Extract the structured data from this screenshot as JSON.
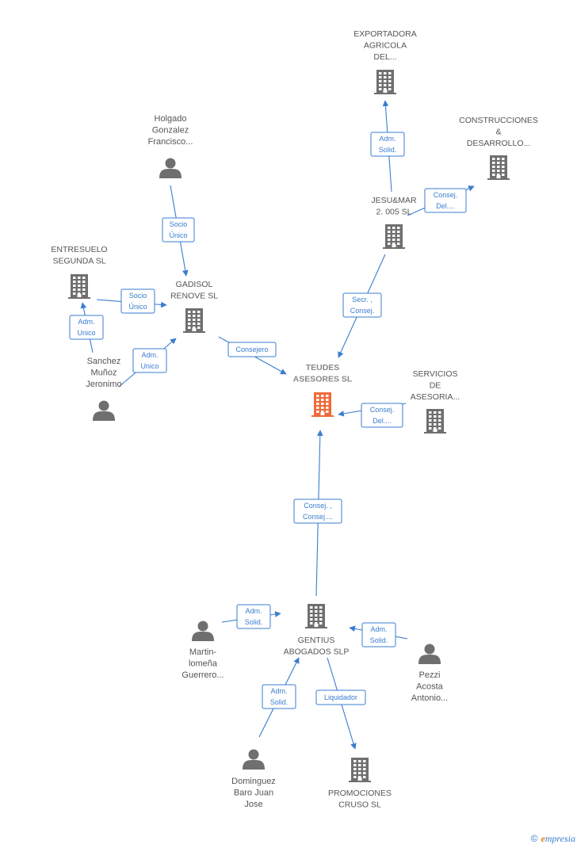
{
  "colors": {
    "edge": "#3a7dd0",
    "company": "#6f6f6f",
    "highlight": "#ee6a3a",
    "person": "#6f6f6f"
  },
  "nodes": [
    {
      "id": "exportadora",
      "kind": "company",
      "label": [
        "EXPORTADORA",
        "AGRICOLA",
        "DEL..."
      ]
    },
    {
      "id": "construcciones",
      "kind": "company",
      "label": [
        "CONSTRUCCIONES",
        "&",
        "DESARROLLO..."
      ]
    },
    {
      "id": "holgado",
      "kind": "person",
      "label": [
        "Holgado",
        "Gonzalez",
        "Francisco..."
      ]
    },
    {
      "id": "jesumar",
      "kind": "company",
      "label": [
        "JESU&MAR",
        "2. 005 SL"
      ]
    },
    {
      "id": "entresuelo",
      "kind": "company",
      "label": [
        "ENTRESUELO",
        "SEGUNDA SL"
      ]
    },
    {
      "id": "gadisol",
      "kind": "company",
      "label": [
        "GADISOL",
        "RENOVE SL"
      ]
    },
    {
      "id": "sanchez",
      "kind": "person",
      "label": [
        "Sanchez",
        "Muñoz",
        "Jeronimo"
      ]
    },
    {
      "id": "teudes",
      "kind": "highlight",
      "label": [
        "TEUDES",
        "ASESORES SL"
      ]
    },
    {
      "id": "servicios",
      "kind": "company",
      "label": [
        "SERVICIOS",
        "DE",
        "ASESORIA..."
      ]
    },
    {
      "id": "gentius",
      "kind": "company",
      "label": [
        "GENTIUS",
        "ABOGADOS SLP"
      ]
    },
    {
      "id": "martin",
      "kind": "person",
      "label": [
        "Martin-",
        "lomeña",
        "Guerrero..."
      ]
    },
    {
      "id": "pezzi",
      "kind": "person",
      "label": [
        "Pezzi",
        "Acosta",
        "Antonio..."
      ]
    },
    {
      "id": "dominguez",
      "kind": "person",
      "label": [
        "Dominguez",
        "Baro Juan",
        "Jose"
      ]
    },
    {
      "id": "promociones",
      "kind": "company",
      "label": [
        "PROMOCIONES",
        "CRUSO SL"
      ]
    }
  ],
  "edges": [
    {
      "from": "jesumar",
      "to": "exportadora",
      "label": [
        "Adm.",
        "Solid."
      ]
    },
    {
      "from": "jesumar",
      "to": "construcciones",
      "label": [
        "Consej.",
        "Del...."
      ]
    },
    {
      "from": "holgado",
      "to": "gadisol",
      "label": [
        "Socio",
        "Único"
      ]
    },
    {
      "from": "jesumar",
      "to": "teudes",
      "label": [
        "Secr. ,",
        "Consej."
      ]
    },
    {
      "from": "entresuelo",
      "to": "gadisol",
      "label": [
        "Socio",
        "Único"
      ]
    },
    {
      "from": "sanchez",
      "to": "entresuelo",
      "label": [
        "Adm.",
        "Unico"
      ]
    },
    {
      "from": "sanchez",
      "to": "gadisol",
      "label": [
        "Adm.",
        "Unico"
      ]
    },
    {
      "from": "gadisol",
      "to": "teudes",
      "label": [
        "Consejero"
      ]
    },
    {
      "from": "servicios",
      "to": "teudes",
      "label": [
        "Consej.",
        "Del...."
      ]
    },
    {
      "from": "gentius",
      "to": "teudes",
      "label": [
        "Consej. ,",
        "Consej...."
      ]
    },
    {
      "from": "martin",
      "to": "gentius",
      "label": [
        "Adm.",
        "Solid."
      ]
    },
    {
      "from": "pezzi",
      "to": "gentius",
      "label": [
        "Adm.",
        "Solid."
      ]
    },
    {
      "from": "dominguez",
      "to": "gentius",
      "label": [
        "Adm.",
        "Solid."
      ]
    },
    {
      "from": "gentius",
      "to": "promociones",
      "label": [
        "Liquidador"
      ]
    }
  ],
  "footer": {
    "copyright": "©",
    "brand_e": "e",
    "brand_rest": "mpresia"
  }
}
